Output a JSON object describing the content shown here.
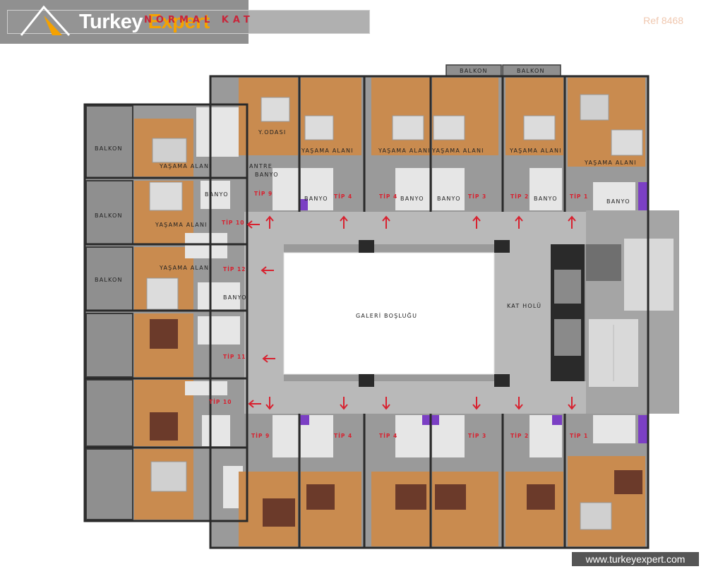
{
  "header": {
    "brand_main": "Turkey ",
    "brand_accent": "Expert",
    "plan_title": "NORMAL KAT",
    "ref": "Ref 8468"
  },
  "watermark": {
    "url": "www.turkeyexpert.com"
  },
  "colors": {
    "accent_red": "#d8212f",
    "floor_wood": "#c98b4f",
    "corridor": "#b9b9b9",
    "wall": "#2a2a2a",
    "wet_room": "#e6e6e6",
    "shaft": "#7b3fc4"
  },
  "labels": {
    "balkon_top_1": "BALKON",
    "balkon_top_2": "BALKON",
    "balkon_left_1": "BALKON",
    "balkon_left_2": "BALKON",
    "balkon_left_3": "BALKON",
    "y_odasi": "Y.ODASI",
    "yasama_1": "YAŞAMA ALANI",
    "yasama_2": "YAŞAMA ALANI",
    "yasama_3": "YAŞAMA ALANI",
    "yasama_4": "YAŞAMA ALANI",
    "yasama_5": "YAŞAMA ALANI",
    "yasama_6": "YAŞAMA ALANI",
    "yasama_7": "YAŞAMA ALANI",
    "yasama_8": "YAŞAMA ALANI",
    "antre": "ANTRE",
    "banyo_1": "BANYO",
    "banyo_2": "BANYO",
    "banyo_3": "BANYO",
    "banyo_4": "BANYO",
    "banyo_5": "BANYO",
    "banyo_6": "BANYO",
    "banyo_7": "BANYO",
    "banyo_8": "BANYO",
    "galeri": "GALERİ BOŞLUĞU",
    "kat_holu": "KAT HOLÜ"
  },
  "tips_top": [
    "TİP 9",
    "TİP 4",
    "TİP 4",
    "TİP 3",
    "TİP 2",
    "TİP 1"
  ],
  "tips_bottom": [
    "TİP 9",
    "TİP 4",
    "TİP 4",
    "TİP 3",
    "TİP 2",
    "TİP 1"
  ],
  "tips_left": [
    "TİP 10",
    "TİP 12",
    "TİP 11",
    "TİP 10"
  ]
}
